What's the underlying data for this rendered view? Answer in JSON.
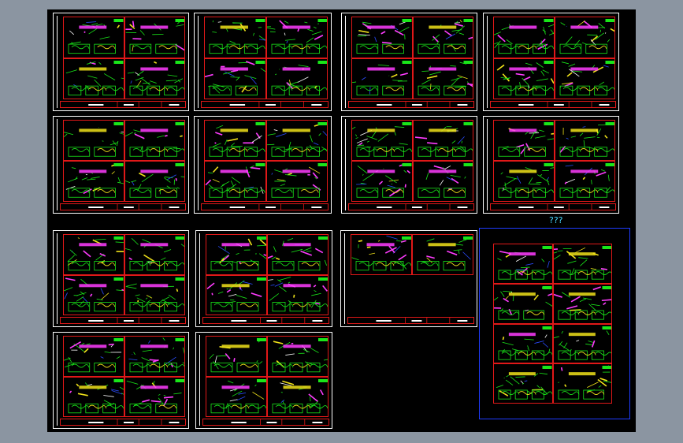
{
  "viewport": {
    "background": "#8b95a1",
    "canvas_background": "#000000"
  },
  "annotation": {
    "question_mark": "???"
  },
  "colors": {
    "frame_line": "#e01818",
    "sheet_border": "#ffffff",
    "detail_green": "#19e619",
    "detail_yellow": "#f0e21a",
    "detail_magenta": "#ff3cff",
    "detail_blue": "#2a4cff",
    "highlight_box": "#1f3cff",
    "annotation_cyan": "#46d6ff"
  },
  "sheets": {
    "row1": [
      "sheet-1",
      "sheet-2",
      "sheet-3",
      "sheet-4"
    ],
    "row2": [
      "sheet-5",
      "sheet-6",
      "sheet-7",
      "sheet-8"
    ],
    "row3": [
      "sheet-9",
      "sheet-10",
      "sheet-11"
    ],
    "row4": [
      "sheet-12",
      "sheet-13"
    ],
    "highlighted": [
      "sheet-14"
    ]
  }
}
